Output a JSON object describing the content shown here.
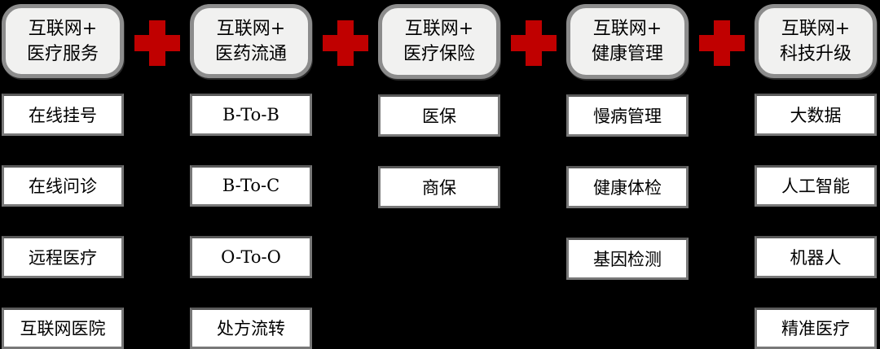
{
  "colors": {
    "background": "#000000",
    "plus": "#c00000",
    "header_fill": "#f1f1f0",
    "header_border": "#8c8c8c",
    "item_fill": "#ffffff",
    "item_border": "#787878",
    "text": "#000000"
  },
  "columns": [
    {
      "header_line1": "互联网+",
      "header_line2": "医疗服务",
      "items": [
        "在线挂号",
        "在线问诊",
        "远程医疗",
        "互联网医院"
      ]
    },
    {
      "header_line1": "互联网+",
      "header_line2": "医药流通",
      "items": [
        "B-To-B",
        "B-To-C",
        "O-To-O",
        "处方流转"
      ]
    },
    {
      "header_line1": "互联网+",
      "header_line2": "医疗保险",
      "items": [
        "医保",
        "商保"
      ]
    },
    {
      "header_line1": "互联网+",
      "header_line2": "健康管理",
      "items": [
        "慢病管理",
        "健康体检",
        "基因检测"
      ]
    },
    {
      "header_line1": "互联网+",
      "header_line2": "科技升级",
      "items": [
        "大数据",
        "人工智能",
        "机器人",
        "精准医疗"
      ]
    }
  ]
}
